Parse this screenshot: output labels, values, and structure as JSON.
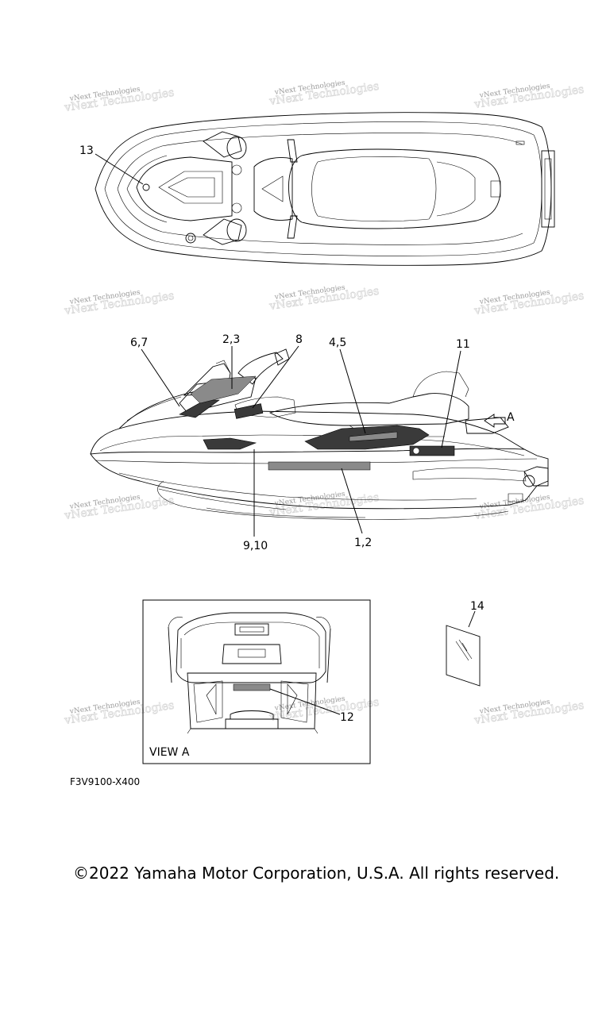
{
  "callouts": {
    "c13": "13",
    "c67": "6,7",
    "c23": "2,3",
    "c8": "8",
    "c45": "4,5",
    "c11": "11",
    "c910": "9,10",
    "c12b": "1,2",
    "c12": "12",
    "c14": "14",
    "arrowA": "A"
  },
  "view_label": "VIEW A",
  "part_code": "F3V9100-X400",
  "copyright": "©2022 Yamaha Motor Corporation, U.S.A. All rights reserved.",
  "watermark": {
    "primary": "vNext Technologies",
    "ghost": "vNext Technologies"
  },
  "colors": {
    "ink": "#000000",
    "watermark": "#9a9a9a",
    "background": "#ffffff"
  }
}
